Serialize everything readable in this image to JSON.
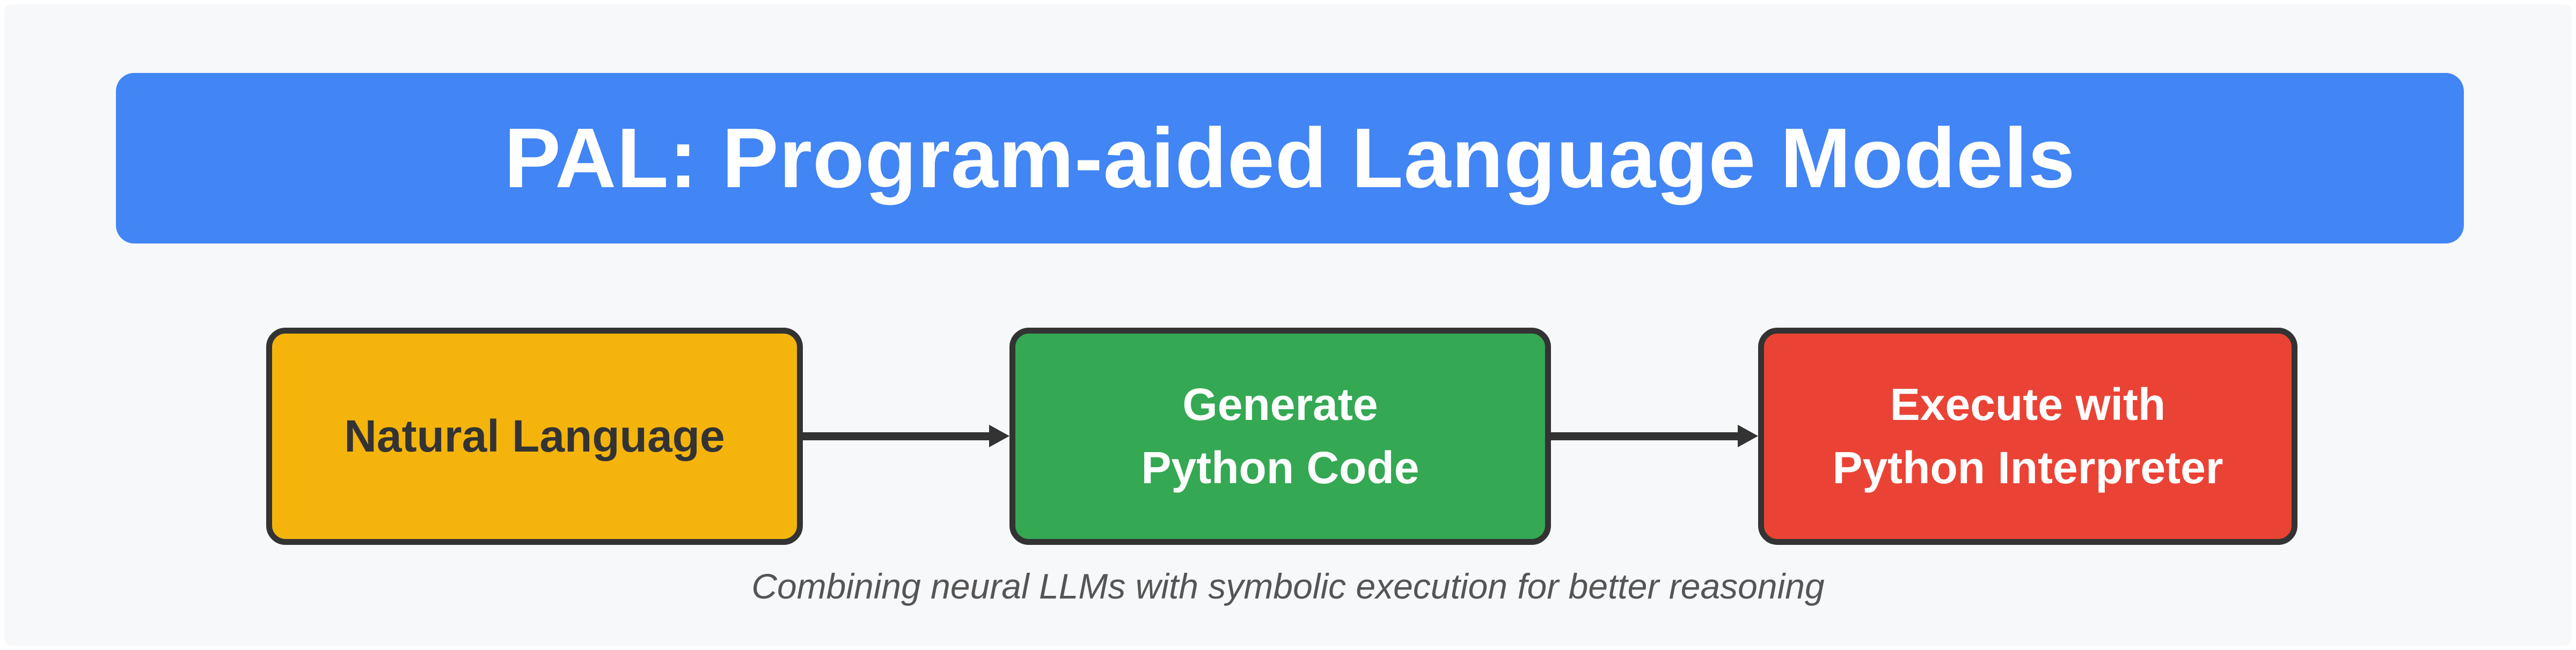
{
  "page": {
    "background": "#ffffff",
    "panel_background": "#f7f8fa"
  },
  "banner": {
    "title": "PAL: Program-aided Language Models",
    "background": "#4285f4",
    "text_color": "#ffffff"
  },
  "flow": {
    "border_color": "#333333",
    "arrow_color": "#333333",
    "nodes": [
      {
        "id": "natural-language",
        "lines": [
          "Natural Language"
        ],
        "fill": "#f4b40b",
        "text_color": "#333333"
      },
      {
        "id": "generate-python-code",
        "lines": [
          "Generate",
          "Python Code"
        ],
        "fill": "#34a853",
        "text_color": "#ffffff"
      },
      {
        "id": "execute-python-interpreter",
        "lines": [
          "Execute with",
          "Python Interpreter"
        ],
        "fill": "#ea4335",
        "text_color": "#ffffff"
      }
    ]
  },
  "caption": {
    "text": "Combining neural LLMs with symbolic execution for better reasoning",
    "color": "#555555"
  }
}
